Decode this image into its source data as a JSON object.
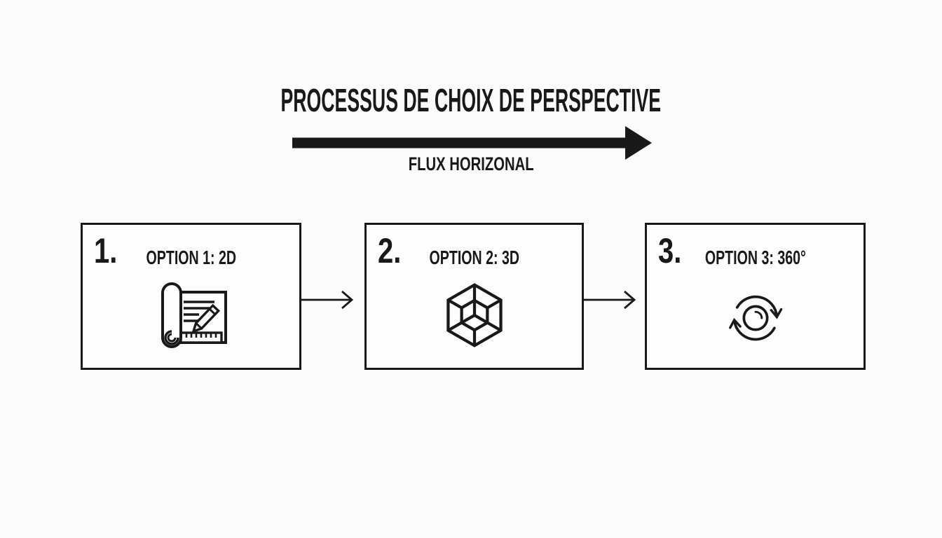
{
  "title": "PROCESSUS DE CHOIX DE PERSPECTIVE",
  "flow": {
    "label": "FLUX HORIZONAL",
    "direction": "left-to-right"
  },
  "steps": [
    {
      "number": "1.",
      "label": "OPTION 1: 2D",
      "icon": "blueprint-2d-icon"
    },
    {
      "number": "2.",
      "label": "OPTION 2: 3D",
      "icon": "cube-3d-icon"
    },
    {
      "number": "3.",
      "label": "OPTION 3: 360°",
      "icon": "rotation-360-icon"
    }
  ],
  "colors": {
    "ink": "#191919",
    "background": "#fbfbfa",
    "box_fill": "#fdfdfc"
  }
}
